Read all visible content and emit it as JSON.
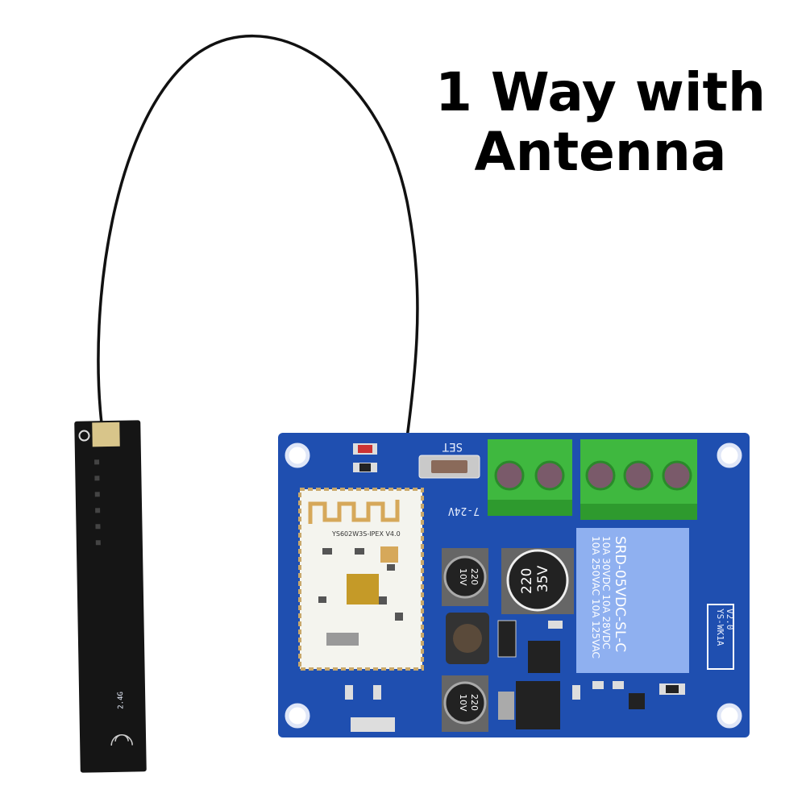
{
  "title": {
    "line1": "1 Way with",
    "line2": "Antenna"
  },
  "board": {
    "set_label": "SET",
    "voltage_label": "7-24V",
    "module_label": "YS602W3S-IPEX V4.0",
    "relay_lines": [
      "10A 250VAC  10A 125VAC",
      "10A 30VDC  10A 28VDC",
      "SRD-05VDC-SL-C"
    ],
    "version_label": [
      "YS-WK1A",
      "V2.0"
    ],
    "cap_labels": [
      [
        "220",
        "10V"
      ],
      [
        "220",
        "35V"
      ],
      [
        "220",
        "10V"
      ]
    ],
    "antenna_label": "2.4G"
  },
  "colors": {
    "pcb": "#1f4fb0",
    "terminal": "#3fb83f",
    "relay": "#8fb0f0",
    "cable": "#111111",
    "antenna": "#151515"
  }
}
